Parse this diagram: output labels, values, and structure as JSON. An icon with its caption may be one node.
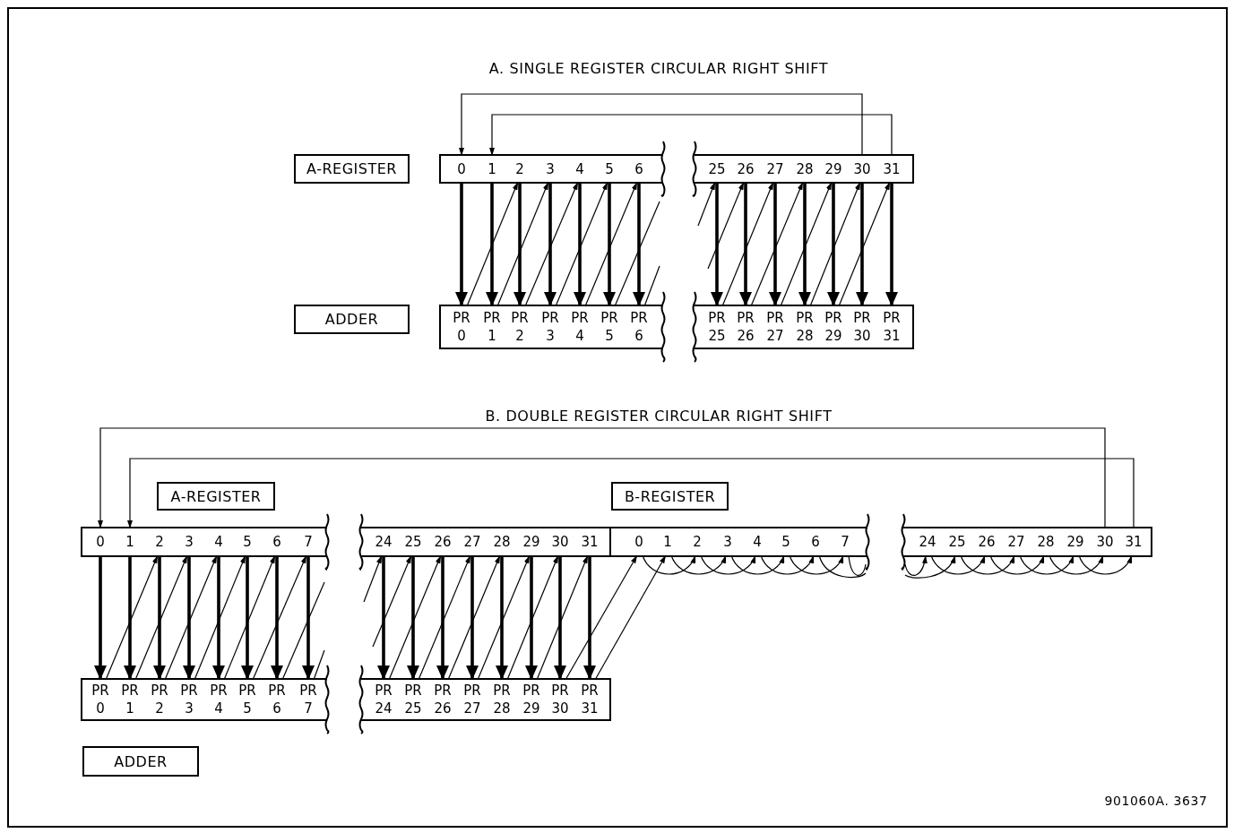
{
  "diagram": {
    "nodes": [
      {
        "text": [
          "A-REGISTER"
        ]
      },
      {
        "text": [],
        "shape": "box"
      },
      {
        "text": [
          "0"
        ],
        "in": 1
      },
      {
        "text": [
          "1"
        ],
        "in": 1
      },
      {
        "text": [
          "2"
        ],
        "in": 1
      },
      {
        "text": [
          "3"
        ],
        "in": 1
      },
      {
        "text": [
          "4"
        ],
        "in": 1
      },
      {
        "text": [
          "5"
        ],
        "in": 1
      },
      {
        "text": [
          "6"
        ],
        "in": 1
      },
      {
        "text": [],
        "shape": "box"
      },
      {
        "text": [
          "25"
        ],
        "in": 9
      },
      {
        "text": [
          "26"
        ],
        "in": 9
      },
      {
        "text": [
          "27"
        ],
        "in": 9
      },
      {
        "text": [
          "28"
        ],
        "in": 9
      },
      {
        "text": [
          "29"
        ],
        "in": 9
      },
      {
        "text": [
          "30"
        ],
        "in": 9
      },
      {
        "text": [
          "31"
        ],
        "in": 9
      },
      {
        "text": [
          "ADDER"
        ]
      },
      {
        "text": [],
        "shape": "box"
      },
      {
        "text": [
          "PR 0"
        ],
        "in": 18
      },
      {
        "text": [
          "PR 1"
        ],
        "in": 18
      },
      {
        "text": [
          "PR 2"
        ],
        "in": 18
      },
      {
        "text": [
          "PR 3"
        ],
        "in": 18
      },
      {
        "text": [
          "PR 4"
        ],
        "in": 18
      },
      {
        "text": [
          "PR 5"
        ],
        "in": 18
      },
      {
        "text": [
          "PR 6"
        ],
        "in": 18
      },
      {
        "text": [],
        "shape": "box"
      },
      {
        "text": [
          "PR 25"
        ],
        "in": 26
      },
      {
        "text": [
          "PR 26"
        ],
        "in": 26
      },
      {
        "text": [
          "PR 27"
        ],
        "in": 26
      },
      {
        "text": [
          "PR 28"
        ],
        "in": 26
      },
      {
        "text": [
          "PR 29"
        ],
        "in": 26
      },
      {
        "text": [
          "PR 30"
        ],
        "in": 26
      },
      {
        "text": [
          "PR 31"
        ],
        "in": 26
      },
      {
        "text": [
          "A-REGISTER"
        ]
      },
      {
        "text": [
          "B-REGISTER"
        ]
      },
      {
        "text": [],
        "shape": "box"
      },
      {
        "text": [
          "0"
        ],
        "in": 36
      },
      {
        "text": [
          "1"
        ],
        "in": 36
      },
      {
        "text": [
          "2"
        ],
        "in": 36
      },
      {
        "text": [
          "3"
        ],
        "in": 36
      },
      {
        "text": [
          "4"
        ],
        "in": 36
      },
      {
        "text": [
          "5"
        ],
        "in": 36
      },
      {
        "text": [
          "6"
        ],
        "in": 36
      },
      {
        "text": [
          "7"
        ],
        "in": 36
      },
      {
        "text": [],
        "shape": "box"
      },
      {
        "text": [
          "24"
        ],
        "in": 45
      },
      {
        "text": [
          "25"
        ],
        "in": 45
      },
      {
        "text": [
          "26"
        ],
        "in": 45
      },
      {
        "text": [
          "27"
        ],
        "in": 45
      },
      {
        "text": [
          "28"
        ],
        "in": 45
      },
      {
        "text": [
          "29"
        ],
        "in": 45
      },
      {
        "text": [
          "30"
        ],
        "in": 45
      },
      {
        "text": [
          "31"
        ],
        "in": 45
      },
      {
        "text": [],
        "shape": "box"
      },
      {
        "text": [
          "0"
        ],
        "in": 54
      },
      {
        "text": [
          "1"
        ],
        "in": 54
      },
      {
        "text": [
          "2"
        ],
        "in": 54
      },
      {
        "text": [
          "3"
        ],
        "in": 54
      },
      {
        "text": [
          "4"
        ],
        "in": 54
      },
      {
        "text": [
          "5"
        ],
        "in": 54
      },
      {
        "text": [
          "6"
        ],
        "in": 54
      },
      {
        "text": [
          "7"
        ],
        "in": 54
      },
      {
        "text": [],
        "shape": "box"
      },
      {
        "text": [
          "24"
        ],
        "in": 63
      },
      {
        "text": [
          "25"
        ],
        "in": 63
      },
      {
        "text": [
          "26"
        ],
        "in": 63
      },
      {
        "text": [
          "27"
        ],
        "in": 63
      },
      {
        "text": [
          "28"
        ],
        "in": 63
      },
      {
        "text": [
          "29"
        ],
        "in": 63
      },
      {
        "text": [
          "30"
        ],
        "in": 63
      },
      {
        "text": [
          "31"
        ],
        "in": 63
      },
      {
        "text": [],
        "shape": "box"
      },
      {
        "text": [
          "PR 0"
        ],
        "in": 72
      },
      {
        "text": [
          "PR 1"
        ],
        "in": 72
      },
      {
        "text": [
          "PR 2"
        ],
        "in": 72
      },
      {
        "text": [
          "PR 3"
        ],
        "in": 72
      },
      {
        "text": [
          "PR 4"
        ],
        "in": 72
      },
      {
        "text": [
          "PR 5"
        ],
        "in": 72
      },
      {
        "text": [
          "PR 6"
        ],
        "in": 72
      },
      {
        "text": [
          "PR 7"
        ],
        "in": 72
      },
      {
        "text": [],
        "shape": "box"
      },
      {
        "text": [
          "PR 24"
        ],
        "in": 81
      },
      {
        "text": [
          "PR 25"
        ],
        "in": 81
      },
      {
        "text": [
          "PR 26"
        ],
        "in": 81
      },
      {
        "text": [
          "PR 27"
        ],
        "in": 81
      },
      {
        "text": [
          "PR 28"
        ],
        "in": 81
      },
      {
        "text": [
          "PR 29"
        ],
        "in": 81
      },
      {
        "text": [
          "PR 30"
        ],
        "in": 81
      },
      {
        "text": [
          "PR 31"
        ],
        "in": 81
      },
      {
        "text": [
          "ADDER"
        ]
      }
    ],
    "edges": [
      {
        "from": 2,
        "to": 19,
        "arrow": "to",
        "style": "thick"
      },
      {
        "from": 3,
        "to": 20,
        "arrow": "to",
        "style": "thick"
      },
      {
        "from": 4,
        "to": 21,
        "arrow": "to",
        "style": "thick"
      },
      {
        "from": 5,
        "to": 22,
        "arrow": "to",
        "style": "thick"
      },
      {
        "from": 6,
        "to": 23,
        "arrow": "to",
        "style": "thick"
      },
      {
        "from": 7,
        "to": 24,
        "arrow": "to",
        "style": "thick"
      },
      {
        "from": 8,
        "to": 25,
        "arrow": "to",
        "style": "thick"
      },
      {
        "from": 10,
        "to": 27,
        "arrow": "to",
        "style": "thick"
      },
      {
        "from": 11,
        "to": 28,
        "arrow": "to",
        "style": "thick"
      },
      {
        "from": 12,
        "to": 29,
        "arrow": "to",
        "style": "thick"
      },
      {
        "from": 13,
        "to": 30,
        "arrow": "to",
        "style": "thick"
      },
      {
        "from": 14,
        "to": 31,
        "arrow": "to",
        "style": "thick"
      },
      {
        "from": 15,
        "to": 32,
        "arrow": "to",
        "style": "thick"
      },
      {
        "from": 16,
        "to": 33,
        "arrow": "to",
        "style": "thick"
      },
      {
        "from": 19,
        "to": 4,
        "arrow": "to"
      },
      {
        "from": 20,
        "to": 5,
        "arrow": "to"
      },
      {
        "from": 21,
        "to": 6,
        "arrow": "to"
      },
      {
        "from": 22,
        "to": 7,
        "arrow": "to"
      },
      {
        "from": 23,
        "to": 8,
        "arrow": "to"
      },
      {
        "from": 24,
        "to": null,
        "arrow": "none"
      },
      {
        "from": 25,
        "to": null,
        "arrow": "none"
      },
      {
        "from": null,
        "to": 10,
        "arrow": "to"
      },
      {
        "from": null,
        "to": 11,
        "arrow": "to"
      },
      {
        "from": 27,
        "to": 12,
        "arrow": "to"
      },
      {
        "from": 28,
        "to": 13,
        "arrow": "to"
      },
      {
        "from": 29,
        "to": 14,
        "arrow": "to"
      },
      {
        "from": 30,
        "to": 15,
        "arrow": "to"
      },
      {
        "from": 31,
        "to": 16,
        "arrow": "to"
      },
      {
        "from": 15,
        "to": 2,
        "arrow": "to"
      },
      {
        "from": 16,
        "to": 3,
        "arrow": "to"
      },
      {
        "from": 37,
        "to": 73,
        "arrow": "to",
        "style": "thick"
      },
      {
        "from": 38,
        "to": 74,
        "arrow": "to",
        "style": "thick"
      },
      {
        "from": 39,
        "to": 75,
        "arrow": "to",
        "style": "thick"
      },
      {
        "from": 40,
        "to": 76,
        "arrow": "to",
        "style": "thick"
      },
      {
        "from": 41,
        "to": 77,
        "arrow": "to",
        "style": "thick"
      },
      {
        "from": 42,
        "to": 78,
        "arrow": "to",
        "style": "thick"
      },
      {
        "from": 43,
        "to": 79,
        "arrow": "to",
        "style": "thick"
      },
      {
        "from": 44,
        "to": 80,
        "arrow": "to",
        "style": "thick"
      },
      {
        "from": 46,
        "to": 82,
        "arrow": "to",
        "style": "thick"
      },
      {
        "from": 47,
        "to": 83,
        "arrow": "to",
        "style": "thick"
      },
      {
        "from": 48,
        "to": 84,
        "arrow": "to",
        "style": "thick"
      },
      {
        "from": 49,
        "to": 85,
        "arrow": "to",
        "style": "thick"
      },
      {
        "from": 50,
        "to": 86,
        "arrow": "to",
        "style": "thick"
      },
      {
        "from": 51,
        "to": 87,
        "arrow": "to",
        "style": "thick"
      },
      {
        "from": 52,
        "to": 88,
        "arrow": "to",
        "style": "thick"
      },
      {
        "from": 53,
        "to": 89,
        "arrow": "to",
        "style": "thick"
      },
      {
        "from": 73,
        "to": 39,
        "arrow": "to"
      },
      {
        "from": 74,
        "to": 40,
        "arrow": "to"
      },
      {
        "from": 75,
        "to": 41,
        "arrow": "to"
      },
      {
        "from": 76,
        "to": 42,
        "arrow": "to"
      },
      {
        "from": 77,
        "to": 43,
        "arrow": "to"
      },
      {
        "from": 78,
        "to": 44,
        "arrow": "to"
      },
      {
        "from": 79,
        "to": null,
        "arrow": "none"
      },
      {
        "from": 80,
        "to": null,
        "arrow": "none"
      },
      {
        "from": null,
        "to": 46,
        "arrow": "to"
      },
      {
        "from": null,
        "to": 47,
        "arrow": "to"
      },
      {
        "from": 82,
        "to": 48,
        "arrow": "to"
      },
      {
        "from": 83,
        "to": 49,
        "arrow": "to"
      },
      {
        "from": 84,
        "to": 50,
        "arrow": "to"
      },
      {
        "from": 85,
        "to": 51,
        "arrow": "to"
      },
      {
        "from": 86,
        "to": 52,
        "arrow": "to"
      },
      {
        "from": 87,
        "to": 53,
        "arrow": "to"
      },
      {
        "from": 88,
        "to": 55,
        "arrow": "to"
      },
      {
        "from": 89,
        "to": 56,
        "arrow": "to"
      },
      {
        "from": 55,
        "to": 57,
        "arrow": "to"
      },
      {
        "from": 56,
        "to": 58,
        "arrow": "to"
      },
      {
        "from": 57,
        "to": 59,
        "arrow": "to"
      },
      {
        "from": 58,
        "to": 60,
        "arrow": "to"
      },
      {
        "from": 59,
        "to": 61,
        "arrow": "to"
      },
      {
        "from": 60,
        "to": 62,
        "arrow": "to"
      },
      {
        "from": 61,
        "to": null,
        "arrow": "none"
      },
      {
        "from": 62,
        "to": null,
        "arrow": "none"
      },
      {
        "from": null,
        "to": 64,
        "arrow": "to"
      },
      {
        "from": null,
        "to": 65,
        "arrow": "to"
      },
      {
        "from": 64,
        "to": 66,
        "arrow": "to"
      },
      {
        "from": 65,
        "to": 67,
        "arrow": "to"
      },
      {
        "from": 66,
        "to": 68,
        "arrow": "to"
      },
      {
        "from": 67,
        "to": 69,
        "arrow": "to"
      },
      {
        "from": 68,
        "to": 70,
        "arrow": "to"
      },
      {
        "from": 69,
        "to": 71,
        "arrow": "to"
      },
      {
        "from": 70,
        "to": 37,
        "arrow": "to"
      },
      {
        "from": 71,
        "to": 38,
        "arrow": "to"
      }
    ],
    "labels": [
      "A. SINGLE REGISTER CIRCULAR RIGHT SHIFT",
      "B. DOUBLE REGISTER CIRCULAR RIGHT SHIFT",
      "901060A. 3637"
    ]
  }
}
